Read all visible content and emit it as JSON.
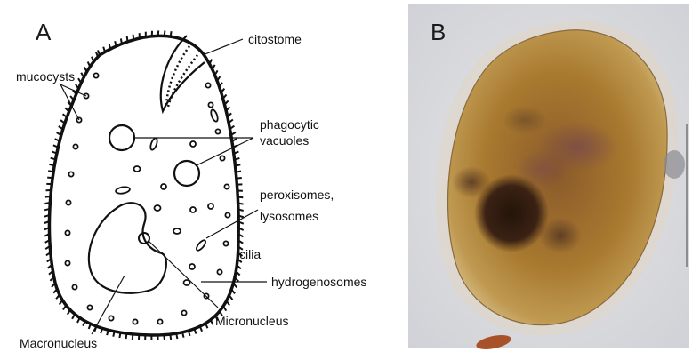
{
  "panels": {
    "a": {
      "letter": "A"
    },
    "b": {
      "letter": "B"
    }
  },
  "labels": {
    "citostome": "citostome",
    "mucocysts": "mucocysts",
    "phagocytic_1": "phagocytic",
    "phagocytic_2": "vacuoles",
    "peroxisomes_1": "peroxisomes,",
    "peroxisomes_2": "lysosomes",
    "cilia": "cilia",
    "hydrogenosomes": "hydrogenosomes",
    "micronucleus": "Micronucleus",
    "macronucleus": "Macronucleus"
  },
  "colors": {
    "ink": "#111111",
    "photo_background": "#dcdcdc",
    "cell_body": "#a8792f",
    "cell_dark": "#3a2214"
  }
}
